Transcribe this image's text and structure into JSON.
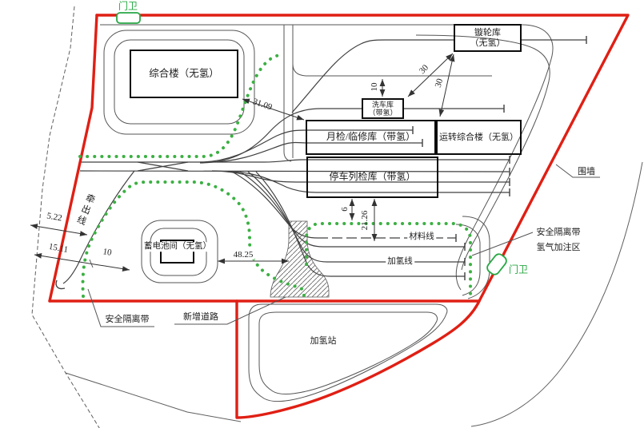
{
  "colors": {
    "boundary_red": "#e01f14",
    "belt_green": "#3cb043",
    "gate_green": "#27a844",
    "road_gray": "#565656",
    "track_gray": "#404040",
    "building_border": "#0c0c0c"
  },
  "buildings": {
    "comprehensive": "综合楼（无氢）",
    "wheel_lathe_line1": "镟轮库",
    "wheel_lathe_line2": "（无氢）",
    "wash_line1": "洗车库",
    "wash_line2": "（带氢）",
    "monthly_inspection": "月检/临修库（带氢）",
    "operation": "运转综合楼（无氢）",
    "parking_inspection": "停车列检库（带氢）",
    "battery": "蓄电池间（无氢）",
    "hydrogen_station": "加氢站"
  },
  "gates": {
    "gate_top": "门卫",
    "gate_right": "门卫"
  },
  "tracks": {
    "material_line": "材料线",
    "hydrogen_line": "加氢线",
    "lead_track": "牵出线"
  },
  "annotations": {
    "wall": "围墙",
    "safety_belt_left": "安全隔离带",
    "safety_belt_right": "安全隔离带",
    "hydrogen_fill_area": "氢气加注区",
    "new_road": "新增道路"
  },
  "dimensions": {
    "comp_to_monthly": "31.09",
    "wash_clearance": "10",
    "lathe_to_wash": "30",
    "lathe_to_operation": "30",
    "left_a": "5.22",
    "left_b": "15.11",
    "left_c": "10",
    "battery_to_road": "48.25",
    "parking_to_belt": "6",
    "parking_to_material": "21.26"
  }
}
